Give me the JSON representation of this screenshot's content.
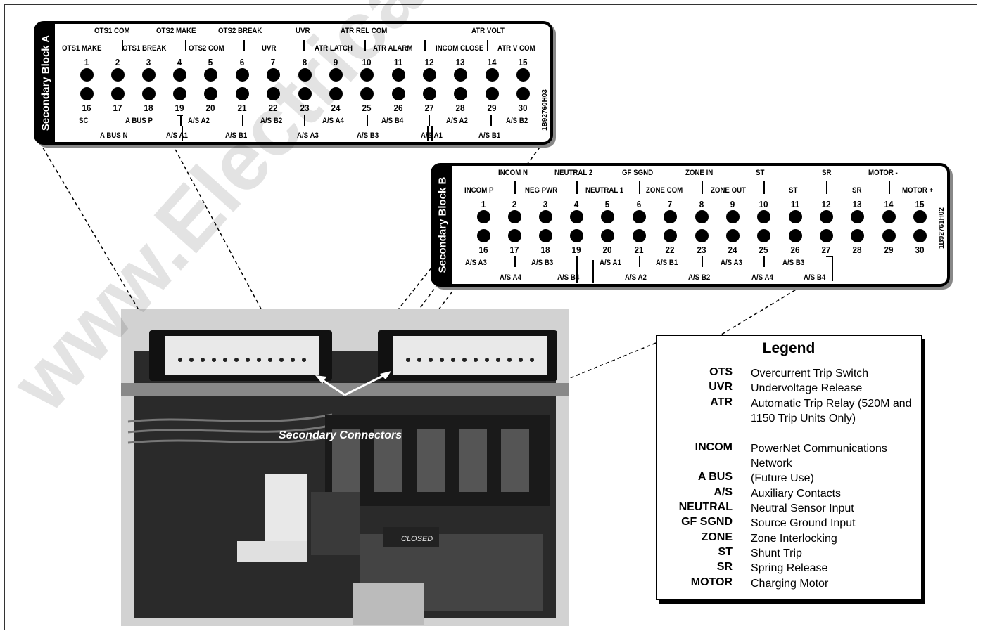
{
  "block_a": {
    "title": "Secondary Block A",
    "part_number": "1B92760H03",
    "top_row": [
      "1",
      "2",
      "3",
      "4",
      "5",
      "6",
      "7",
      "8",
      "9",
      "10",
      "11",
      "12",
      "13",
      "14",
      "15"
    ],
    "bottom_row": [
      "16",
      "17",
      "18",
      "19",
      "20",
      "21",
      "22",
      "23",
      "24",
      "25",
      "26",
      "27",
      "28",
      "29",
      "30"
    ],
    "labels_upper": [
      "OTS1 COM",
      "OTS2 MAKE",
      "OTS2 BREAK",
      "UVR",
      "ATR REL COM",
      "ATR VOLT"
    ],
    "labels_lower": [
      "OTS1 MAKE",
      "OTS1 BREAK",
      "OTS2 COM",
      "UVR",
      "ATR LATCH",
      "ATR ALARM",
      "INCOM CLOSE",
      "ATR V COM"
    ],
    "labels_below1": [
      "SC",
      "A BUS P",
      "A/S A2",
      "A/S B2",
      "A/S A4",
      "A/S B4",
      "A/S A2",
      "A/S B2"
    ],
    "labels_below2": [
      "A BUS N",
      "A/S A1",
      "A/S B1",
      "A/S A3",
      "A/S B3",
      "A/S A1",
      "A/S B1"
    ]
  },
  "block_b": {
    "title": "Secondary Block B",
    "part_number": "1B92761H02",
    "top_row": [
      "1",
      "2",
      "3",
      "4",
      "5",
      "6",
      "7",
      "8",
      "9",
      "10",
      "11",
      "12",
      "13",
      "14",
      "15"
    ],
    "bottom_row": [
      "16",
      "17",
      "18",
      "19",
      "20",
      "21",
      "22",
      "23",
      "24",
      "25",
      "26",
      "27",
      "28",
      "29",
      "30"
    ],
    "labels_upper": [
      "INCOM N",
      "NEUTRAL 2",
      "GF SGND",
      "ZONE IN",
      "ST",
      "SR",
      "MOTOR -"
    ],
    "labels_lower": [
      "INCOM P",
      "NEG PWR",
      "NEUTRAL 1",
      "ZONE COM",
      "ZONE OUT",
      "ST",
      "SR",
      "MOTOR +"
    ],
    "labels_below1": [
      "A/S A3",
      "A/S B3",
      "A/S A1",
      "A/S B1",
      "A/S A3",
      "A/S B3"
    ],
    "labels_below2": [
      "A/S A4",
      "A/S B4",
      "A/S A2",
      "A/S B2",
      "A/S A4",
      "A/S B4"
    ]
  },
  "photo": {
    "caption": "Secondary Connectors",
    "closed_label": "CLOSED"
  },
  "legend": {
    "title": "Legend",
    "items": [
      {
        "abbr": "OTS",
        "def": "Overcurrent Trip Switch"
      },
      {
        "abbr": "UVR",
        "def": "Undervoltage Release"
      },
      {
        "abbr": "ATR",
        "def": "Automatic Trip Relay (520M and 1150 Trip Units Only)"
      },
      {
        "abbr": "INCOM",
        "def": "PowerNet Communications Network"
      },
      {
        "abbr": "A BUS",
        "def": "(Future Use)"
      },
      {
        "abbr": "A/S",
        "def": "Auxiliary Contacts"
      },
      {
        "abbr": "NEUTRAL",
        "def": "Neutral Sensor Input"
      },
      {
        "abbr": "GF SGND",
        "def": "Source Ground Input"
      },
      {
        "abbr": "ZONE",
        "def": "Zone Interlocking"
      },
      {
        "abbr": "ST",
        "def": "Shunt Trip"
      },
      {
        "abbr": "SR",
        "def": "Spring Release"
      },
      {
        "abbr": "MOTOR",
        "def": "Charging Motor"
      }
    ]
  },
  "watermark": "www.ElectricalPartManuals"
}
